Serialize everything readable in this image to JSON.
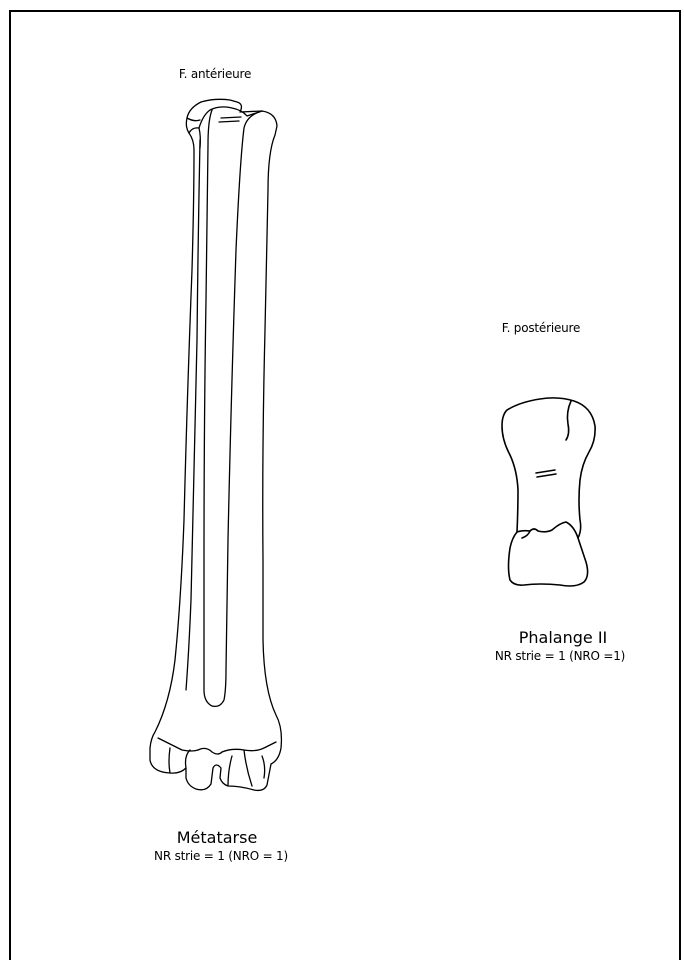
{
  "metatarsal": {
    "view_label": "F. antérieure",
    "name": "Métatarse",
    "count_text": "NR strie = 1 (NRO = 1)"
  },
  "phalanx": {
    "view_label": "F. postérieure",
    "name": "Phalange II",
    "count_text": "NR strie = 1 (NRO =1)"
  },
  "colors": {
    "stroke": "#000000",
    "background": "#ffffff"
  }
}
